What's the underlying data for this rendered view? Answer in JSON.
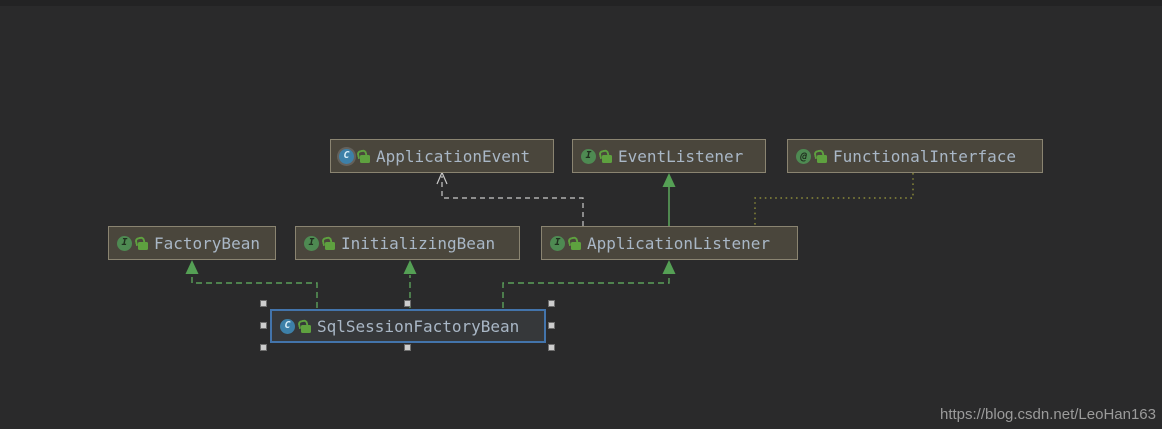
{
  "diagram": {
    "tool": "IDE UML class diagram",
    "colors": {
      "background": "#2a2a2b",
      "node_fill": "#4a463c",
      "node_border": "#8a8471",
      "selected_border": "#4374ab",
      "selected_fill": "#36383a",
      "text": "#a9b7c6",
      "edge_implements": "#5aa05a",
      "edge_extends": "#5aa05a",
      "edge_dependency": "#c9c9c9",
      "edge_annotation": "#8a8a3a",
      "interface_icon": "#4e8a52",
      "class_icon": "#3d80a8",
      "lock_icon": "#5ea13f"
    },
    "nodes": [
      {
        "label": "ApplicationEvent",
        "kind": "abstract class",
        "icon_letter": "C",
        "visibility": "public"
      },
      {
        "label": "EventListener",
        "kind": "interface",
        "icon_letter": "I",
        "visibility": "public"
      },
      {
        "label": "FunctionalInterface",
        "kind": "annotation",
        "icon_letter": "@",
        "visibility": "public"
      },
      {
        "label": "FactoryBean",
        "kind": "interface",
        "icon_letter": "I",
        "visibility": "public"
      },
      {
        "label": "InitializingBean",
        "kind": "interface",
        "icon_letter": "I",
        "visibility": "public"
      },
      {
        "label": "ApplicationListener",
        "kind": "interface",
        "icon_letter": "I",
        "visibility": "public"
      },
      {
        "label": "SqlSessionFactoryBean",
        "kind": "class",
        "icon_letter": "C",
        "visibility": "public",
        "selected": true
      }
    ],
    "edges": [
      {
        "from": "SqlSessionFactoryBean",
        "to": "FactoryBean",
        "type": "implements",
        "style": "green dashed, solid arrow"
      },
      {
        "from": "SqlSessionFactoryBean",
        "to": "InitializingBean",
        "type": "implements",
        "style": "green dashed, solid arrow"
      },
      {
        "from": "SqlSessionFactoryBean",
        "to": "ApplicationListener",
        "type": "implements",
        "style": "green dashed, solid arrow"
      },
      {
        "from": "ApplicationListener",
        "to": "EventListener",
        "type": "extends",
        "style": "green solid, solid arrow"
      },
      {
        "from": "ApplicationListener",
        "to": "ApplicationEvent",
        "type": "dependency",
        "style": "gray dashed, open arrow"
      },
      {
        "from": "FunctionalInterface",
        "to": "ApplicationListener",
        "type": "annotated by",
        "style": "olive dotted"
      }
    ]
  },
  "watermark": {
    "text": "https://blog.csdn.net/LeoHan163"
  }
}
